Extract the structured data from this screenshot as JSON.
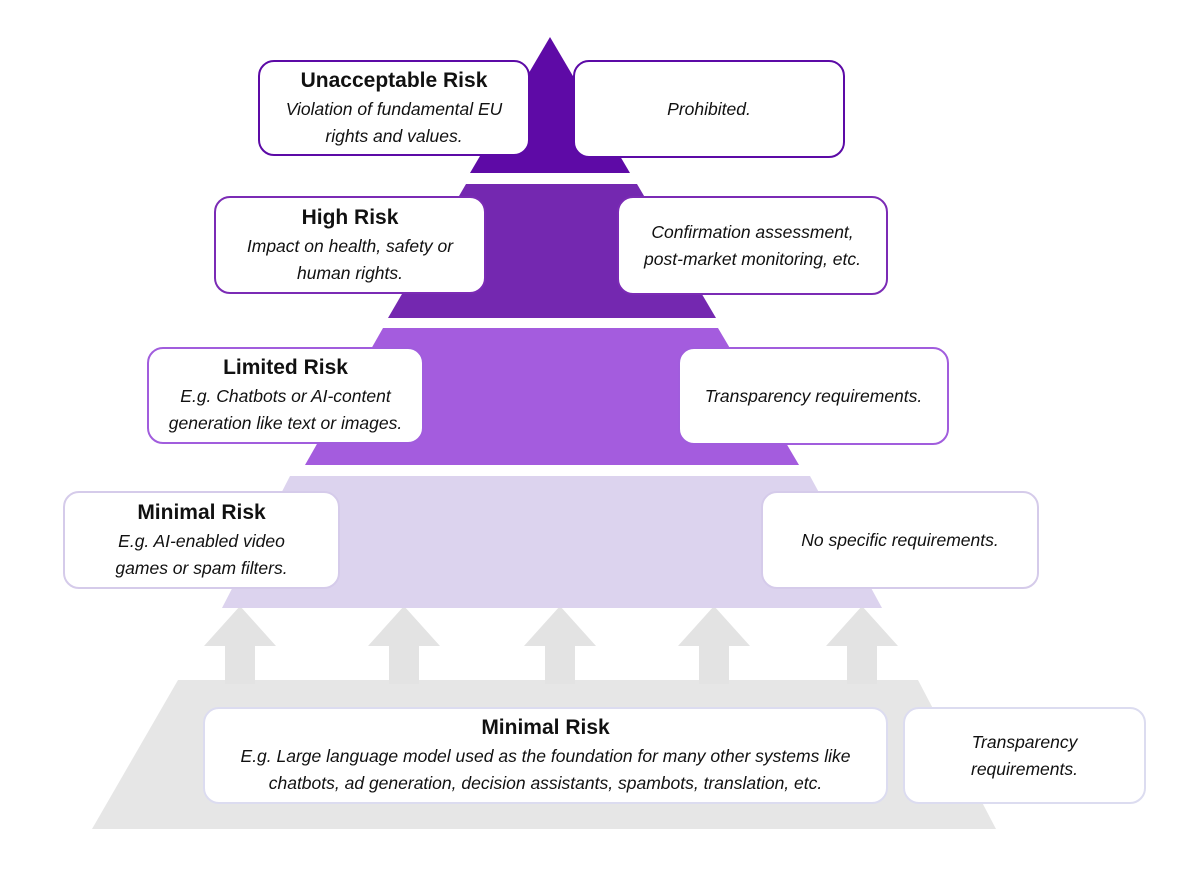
{
  "colors": {
    "tier1": "#5e0aa6",
    "tier2": "#7428b0",
    "tier3": "#a45cde",
    "tier4": "#dcd3ee",
    "base": "#e6e6e6",
    "arrow": "#e3e3e3"
  },
  "tiers": [
    {
      "title": "Unacceptable Risk",
      "description": "Violation of fundamental EU rights and values.",
      "requirement": "Prohibited."
    },
    {
      "title": "High Risk",
      "description": "Impact on health, safety or human rights.",
      "requirement": "Confirmation assessment, post-market monitoring, etc."
    },
    {
      "title": "Limited Risk",
      "description": "E.g. Chatbots or AI-content generation like text or images.",
      "requirement": "Transparency requirements."
    },
    {
      "title": "Minimal Risk",
      "description": "E.g. AI-enabled video games or spam filters.",
      "requirement": "No specific requirements."
    }
  ],
  "foundation": {
    "title": "Minimal Risk",
    "description": "E.g. Large language model used as the foundation for many other systems like chatbots, ad generation, decision assistants, spambots, translation, etc.",
    "requirement": "Transparency requirements."
  }
}
